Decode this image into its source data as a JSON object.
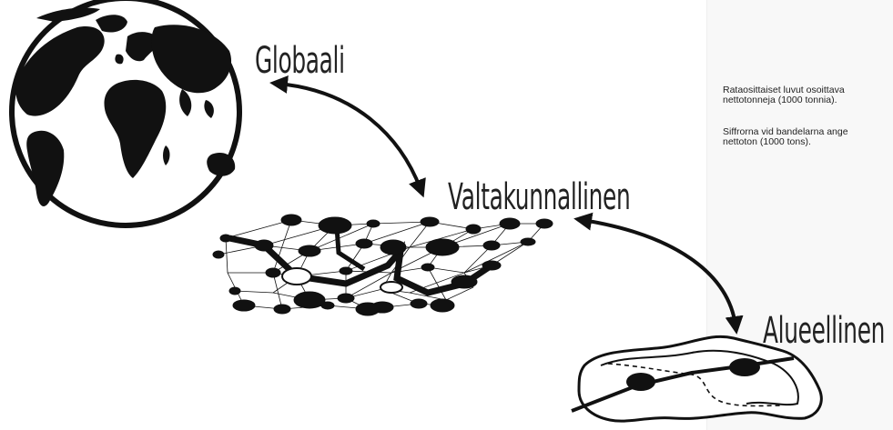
{
  "labels": {
    "global": "Globaali",
    "national": "Valtakunnallinen",
    "regional": "Alueellinen"
  },
  "notes": {
    "finnish_line1": "Rataosittaiset luvut osoittava",
    "finnish_line2": "nettotonneja (1000 tonnia).",
    "swedish_line1": "Siffrorna vid bandelarna ange",
    "swedish_line2": "nettoton (1000 tons)."
  },
  "icons": [
    "globe-icon",
    "network-map-icon",
    "regional-map-icon"
  ],
  "colors": {
    "ink": "#111111",
    "background": "#ffffff"
  }
}
